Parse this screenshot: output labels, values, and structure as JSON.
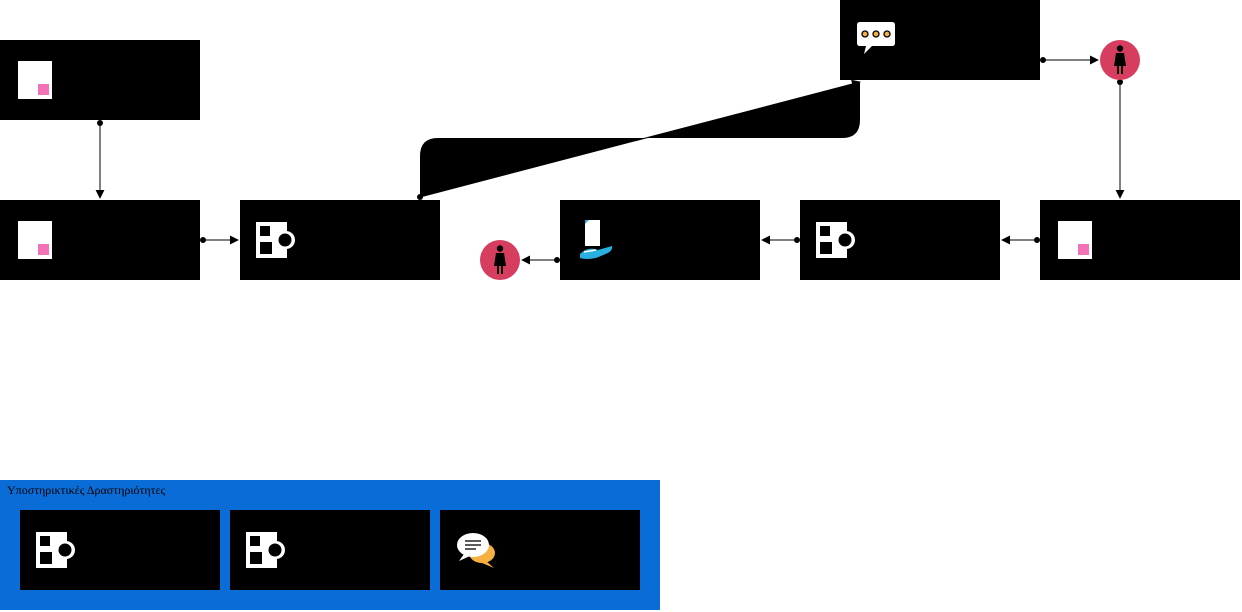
{
  "colors": {
    "task_fill": "#000000",
    "event_fill": "#d63d5e",
    "lane_fill": "#0a6cd6",
    "doc_accent": "#f472b6",
    "hand_accent": "#2ab0e0",
    "chat_accent": "#f5b041"
  },
  "support_lane": {
    "title": "Υποστηρικτικές Δραστηριότητες"
  },
  "tasks": [
    {
      "id": "t1",
      "icon": "document-icon"
    },
    {
      "id": "t2",
      "icon": "document-icon"
    },
    {
      "id": "t3",
      "icon": "shapes-icon"
    },
    {
      "id": "t4",
      "icon": "hand-document-icon"
    },
    {
      "id": "t5",
      "icon": "shapes-icon"
    },
    {
      "id": "t6",
      "icon": "document-icon"
    },
    {
      "id": "t7",
      "icon": "speech-bubble-icon"
    }
  ],
  "events": [
    {
      "id": "e1",
      "icon": "person-icon"
    },
    {
      "id": "e2",
      "icon": "person-icon"
    }
  ],
  "support_tasks": [
    {
      "id": "s1",
      "icon": "shapes-icon"
    },
    {
      "id": "s2",
      "icon": "shapes-icon"
    },
    {
      "id": "s3",
      "icon": "chat-bubbles-icon"
    }
  ]
}
